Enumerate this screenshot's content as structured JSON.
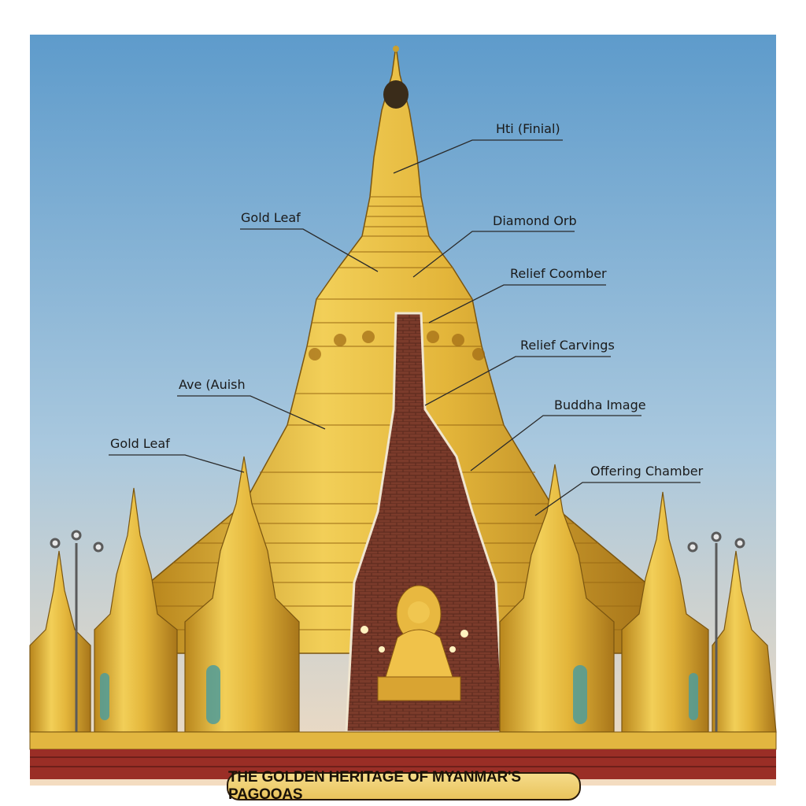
{
  "title": "THE GOLDEN HERITAGE OF MYANMAR'S PAGOOAS",
  "labels": {
    "hti": "Hti (Finial)",
    "gold_leaf_upper": "Gold Leaf",
    "diamond_orb": "Diamond Orb",
    "relief_coomber": "Relief Coomber",
    "relief_carvings": "Relief Carvings",
    "ave": "Ave (Auish",
    "buddha_image": "Buddha Image",
    "gold_leaf_lower": "Gold Leaf",
    "offering_chamber": "Offering Chamber"
  },
  "colors": {
    "sky_top": "#5f9ccc",
    "sky_bottom": "#f3dcc0",
    "gold": "#e0b238",
    "brick": "#7a3a2a",
    "base_red": "#9a2e26"
  }
}
